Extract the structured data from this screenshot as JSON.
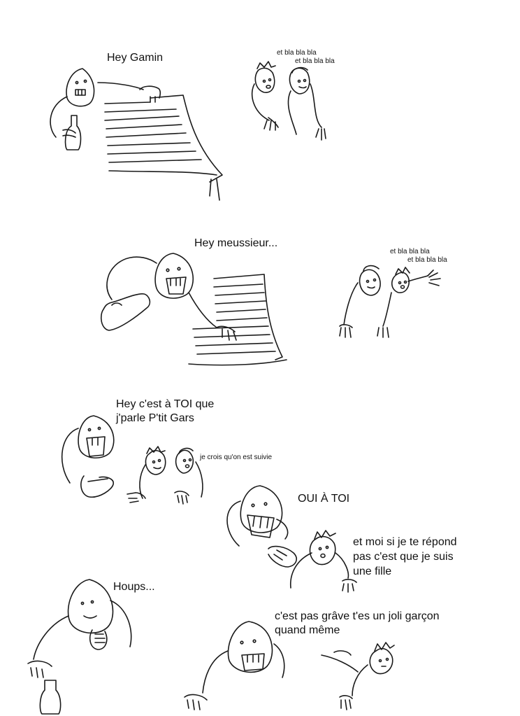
{
  "panels": [
    {
      "id": "panel-1",
      "speech": "Hey Gamin",
      "chatter": [
        "et bla bla bla",
        "et bla bla bla"
      ]
    },
    {
      "id": "panel-2",
      "speech": "Hey meussieur...",
      "chatter": [
        "et bla bla bla",
        "et bla bla bla"
      ]
    },
    {
      "id": "panel-3",
      "speech_lines": [
        "Hey c'est à TOI que",
        "j'parle P'tit Gars"
      ],
      "whisper": "je crois qu'on est suivie"
    },
    {
      "id": "panel-4",
      "speech": "OUI À TOI",
      "reply_lines": [
        "et moi si je te répond",
        "pas c'est que je suis",
        "une fille"
      ]
    },
    {
      "id": "panel-5",
      "speech": "Houps...",
      "reply_lines": [
        "c'est pas grâve t'es un joli garçon",
        "quand même"
      ]
    }
  ]
}
